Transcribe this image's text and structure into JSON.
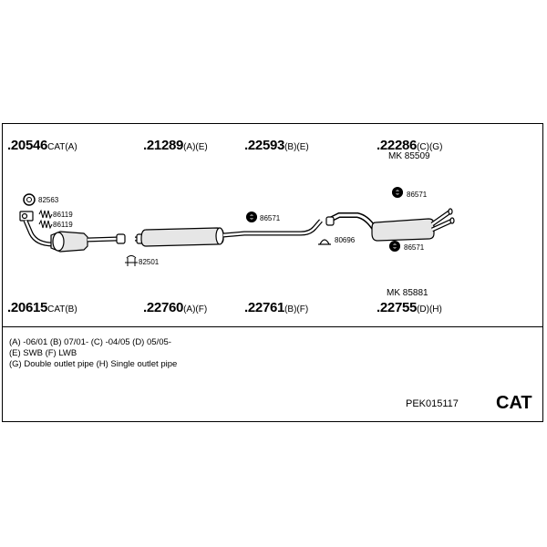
{
  "parts_top": [
    {
      "number": ".20546",
      "suffix": "CAT(A)"
    },
    {
      "number": ".21289",
      "suffix": "(A)(E)"
    },
    {
      "number": ".22593",
      "suffix": "(B)(E)"
    },
    {
      "number": ".22286",
      "suffix": "(C)(G)"
    }
  ],
  "parts_bottom": [
    {
      "number": ".20615",
      "suffix": "CAT(B)"
    },
    {
      "number": ".22760",
      "suffix": "(A)(F)"
    },
    {
      "number": ".22761",
      "suffix": "(B)(F)"
    },
    {
      "number": ".22755",
      "suffix": "(D)(H)"
    }
  ],
  "mounting_kits": {
    "top": "MK 85509",
    "bottom": "MK 85881"
  },
  "labels": {
    "gasket_82563": "82563",
    "spring_86119_a": "86119",
    "spring_86119_b": "86119",
    "clamp_82501": "82501",
    "hanger_86571_mid": "86571",
    "clamp_80696": "80696",
    "hanger_86571_top": "86571",
    "hanger_86571_bottom": "86571"
  },
  "notes": [
    "(A) -06/01 (B) 07/01- (C) -04/05 (D) 05/05-",
    "(E) SWB (F) LWB",
    "(G) Double outlet pipe (H) Single outlet pipe"
  ],
  "kit_code": "PEK015117",
  "category": "CAT"
}
